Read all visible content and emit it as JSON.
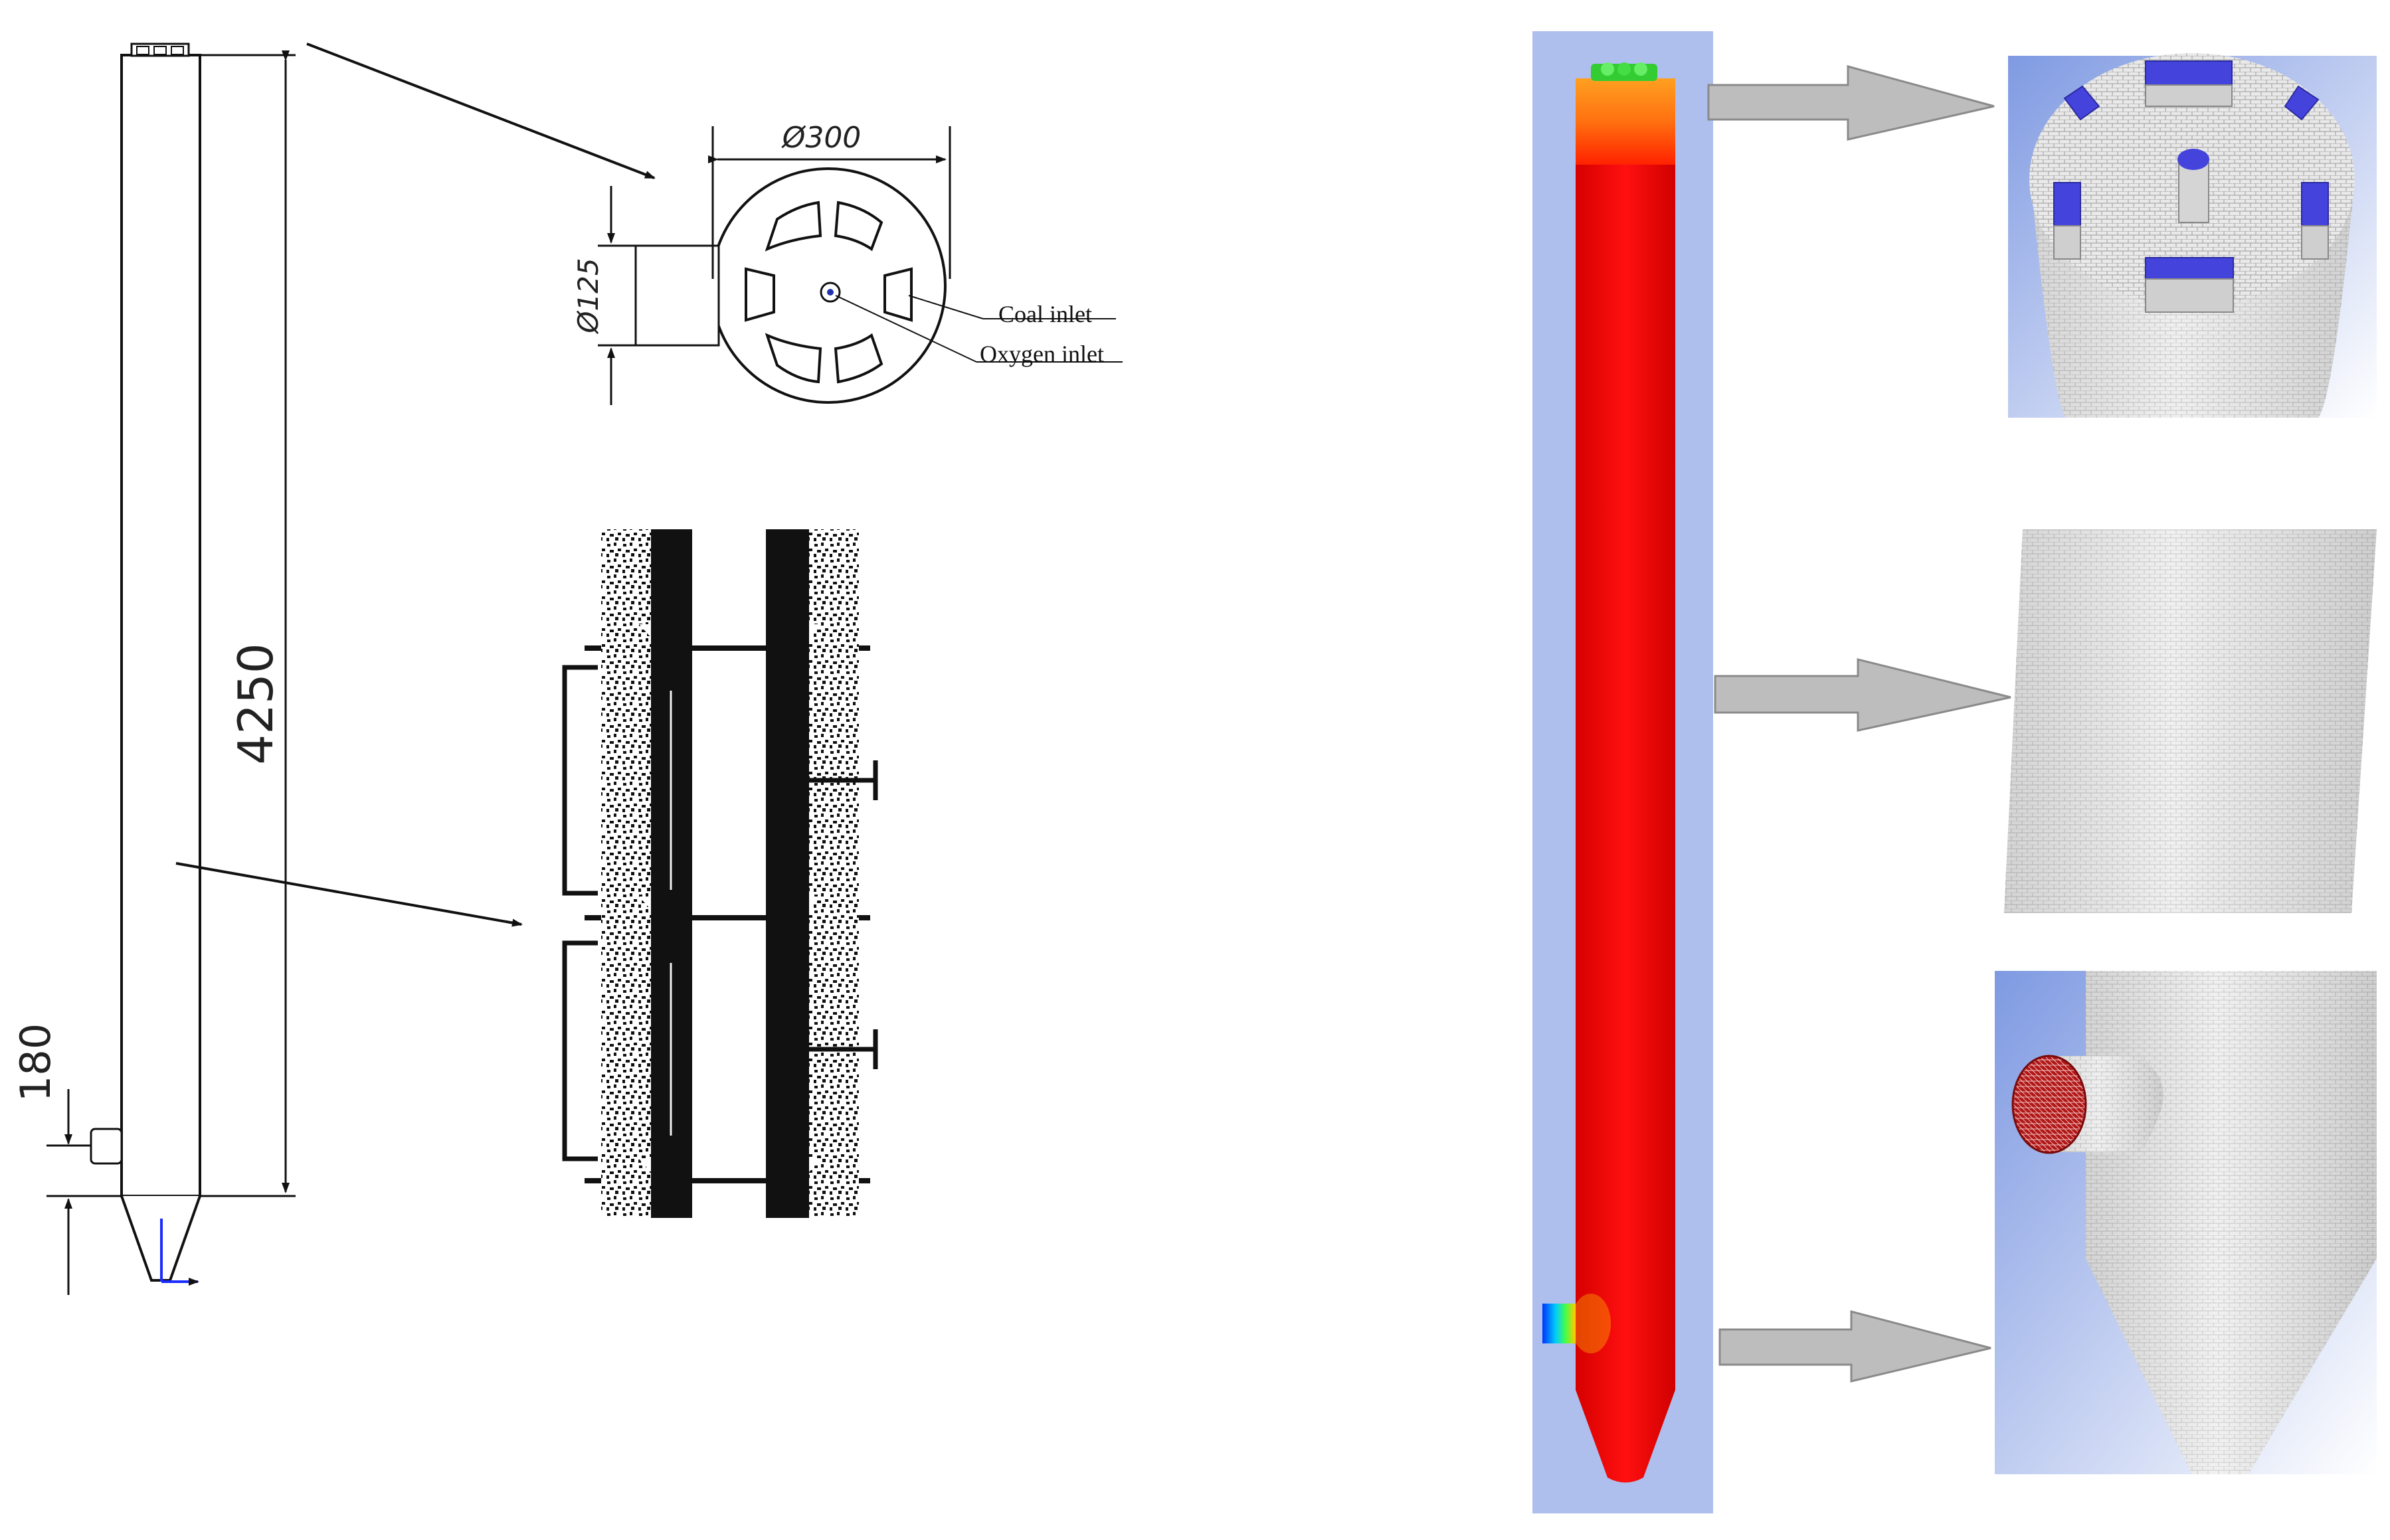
{
  "drawing": {
    "dimensions": {
      "height_total": "4250",
      "inlet_offset": "180",
      "top_diameter": "Ø300",
      "inlet_diameter": "Ø125"
    },
    "labels": {
      "coal_inlet": "Coal inlet",
      "oxygen_inlet": "Oxygen inlet"
    }
  },
  "cfd_model": {
    "contour_colors": [
      "#ff0000",
      "#ff5500",
      "#ffa020",
      "#33cc33",
      "#00aaff",
      "#0033ff"
    ],
    "background_panel_color": "#aebfed",
    "details": [
      "top-burner-detail",
      "middle-wall-mesh-detail",
      "bottom-outlet-detail"
    ]
  },
  "colors": {
    "arrow_fill": "#bdbdbd",
    "mesh_face": "#e8e8e8",
    "inlet_blue": "#4444dd",
    "outlet_red": "#b01818"
  }
}
